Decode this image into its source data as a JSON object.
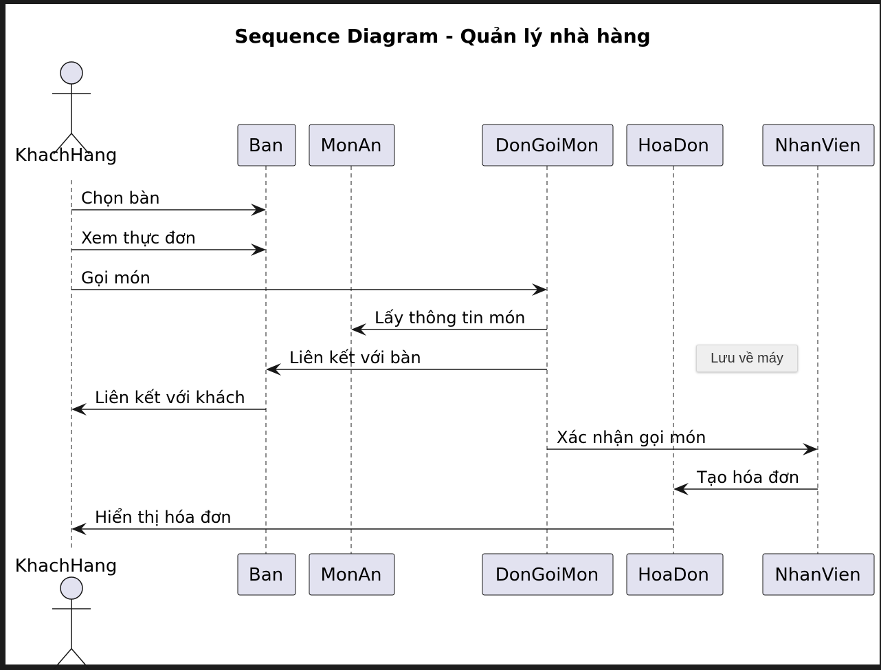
{
  "title": "Sequence Diagram - Quản lý nhà hàng",
  "actor": {
    "name": "KhachHang"
  },
  "participants": [
    {
      "id": "ban",
      "name": "Ban"
    },
    {
      "id": "monan",
      "name": "MonAn"
    },
    {
      "id": "dongoimon",
      "name": "DonGoiMon"
    },
    {
      "id": "hoadon",
      "name": "HoaDon"
    },
    {
      "id": "nhanvien",
      "name": "NhanVien"
    }
  ],
  "messages": [
    {
      "from": "khachhang",
      "to": "ban",
      "label": "Chọn bàn"
    },
    {
      "from": "khachhang",
      "to": "ban",
      "label": "Xem thực đơn"
    },
    {
      "from": "khachhang",
      "to": "dongoimon",
      "label": "Gọi món"
    },
    {
      "from": "dongoimon",
      "to": "monan",
      "label": "Lấy thông tin món"
    },
    {
      "from": "dongoimon",
      "to": "ban",
      "label": "Liên kết với bàn"
    },
    {
      "from": "ban",
      "to": "khachhang",
      "label": "Liên kết với khách"
    },
    {
      "from": "dongoimon",
      "to": "nhanvien",
      "label": "Xác nhận gọi món"
    },
    {
      "from": "nhanvien",
      "to": "hoadon",
      "label": "Tạo hóa đơn"
    },
    {
      "from": "hoadon",
      "to": "khachhang",
      "label": "Hiển thị hóa đơn"
    }
  ],
  "tooltip": {
    "label": "Lưu về máy"
  },
  "colors": {
    "participant_fill": "#e2e2f0",
    "line": "#181818",
    "background": "#ffffff"
  }
}
